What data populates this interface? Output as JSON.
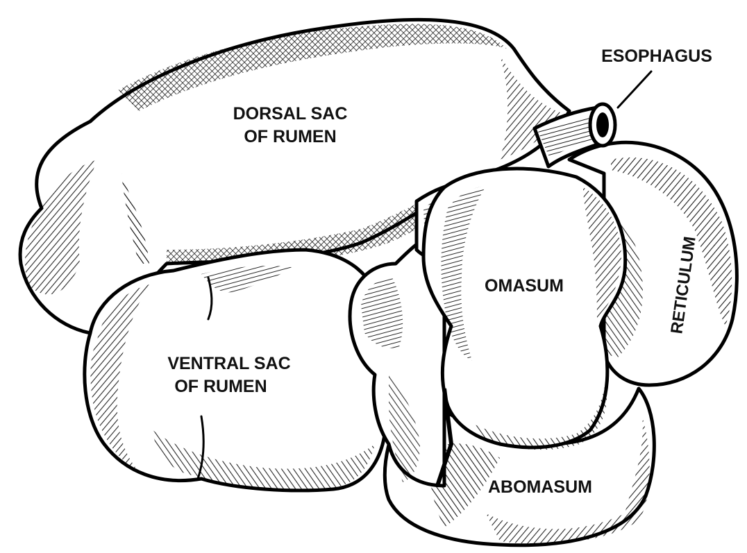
{
  "labels": {
    "dorsal_sac": [
      "DORSAL SAC",
      "OF RUMEN"
    ],
    "ventral_sac": [
      "VENTRAL SAC",
      "OF RUMEN"
    ],
    "omasum": "OMASUM",
    "abomasum": "ABOMASUM",
    "reticulum": "RETICULUM",
    "esophagus": "ESOPHAGUS"
  },
  "colors": {
    "ink": "#111111",
    "paper": "#ffffff"
  }
}
